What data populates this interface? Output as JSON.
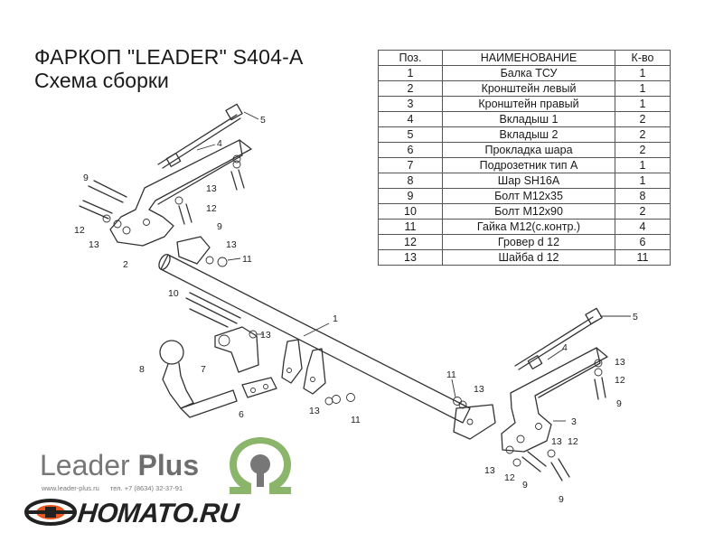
{
  "header": {
    "title": "ФАРКОП \"LEADER\" S404-A",
    "subtitle": "Схема сборки"
  },
  "parts_table": {
    "columns": [
      "Поз.",
      "НАИМЕНОВАНИЕ",
      "К-во"
    ],
    "rows": [
      {
        "pos": "1",
        "name": "Балка ТСУ",
        "qty": "1"
      },
      {
        "pos": "2",
        "name": "Кронштейн левый",
        "qty": "1"
      },
      {
        "pos": "3",
        "name": "Кронштейн правый",
        "qty": "1"
      },
      {
        "pos": "4",
        "name": "Вкладыш 1",
        "qty": "2"
      },
      {
        "pos": "5",
        "name": "Вкладыш 2",
        "qty": "2"
      },
      {
        "pos": "6",
        "name": "Прокладка шара",
        "qty": "2"
      },
      {
        "pos": "7",
        "name": "Подрозетник тип А",
        "qty": "1"
      },
      {
        "pos": "8",
        "name": "Шар SH16A",
        "qty": "1"
      },
      {
        "pos": "9",
        "name": "Болт М12х35",
        "qty": "8"
      },
      {
        "pos": "10",
        "name": "Болт М12х90",
        "qty": "2"
      },
      {
        "pos": "11",
        "name": "Гайка М12(с.контр.)",
        "qty": "4"
      },
      {
        "pos": "12",
        "name": "Гровер d 12",
        "qty": "6"
      },
      {
        "pos": "13",
        "name": "Шайба d 12",
        "qty": "11"
      }
    ]
  },
  "callouts": {
    "c1": "1",
    "c2": "2",
    "c3": "3",
    "c4": "4",
    "c5": "5",
    "c6": "6",
    "c7": "7",
    "c8": "8",
    "c9": "9",
    "c10": "10",
    "c11": "11",
    "c12": "12",
    "c13": "13"
  },
  "brand": {
    "name_light": "Leader",
    "name_bold": "Plus",
    "website": "www.leader-plus.ru",
    "phone": "тел. +7 (8634) 32-37-91",
    "logo_color": "#8ab56a",
    "logo_ball_color": "#777777"
  },
  "footer_logo": {
    "text": "HOMATO.RU",
    "accent_color": "#e8551e"
  }
}
